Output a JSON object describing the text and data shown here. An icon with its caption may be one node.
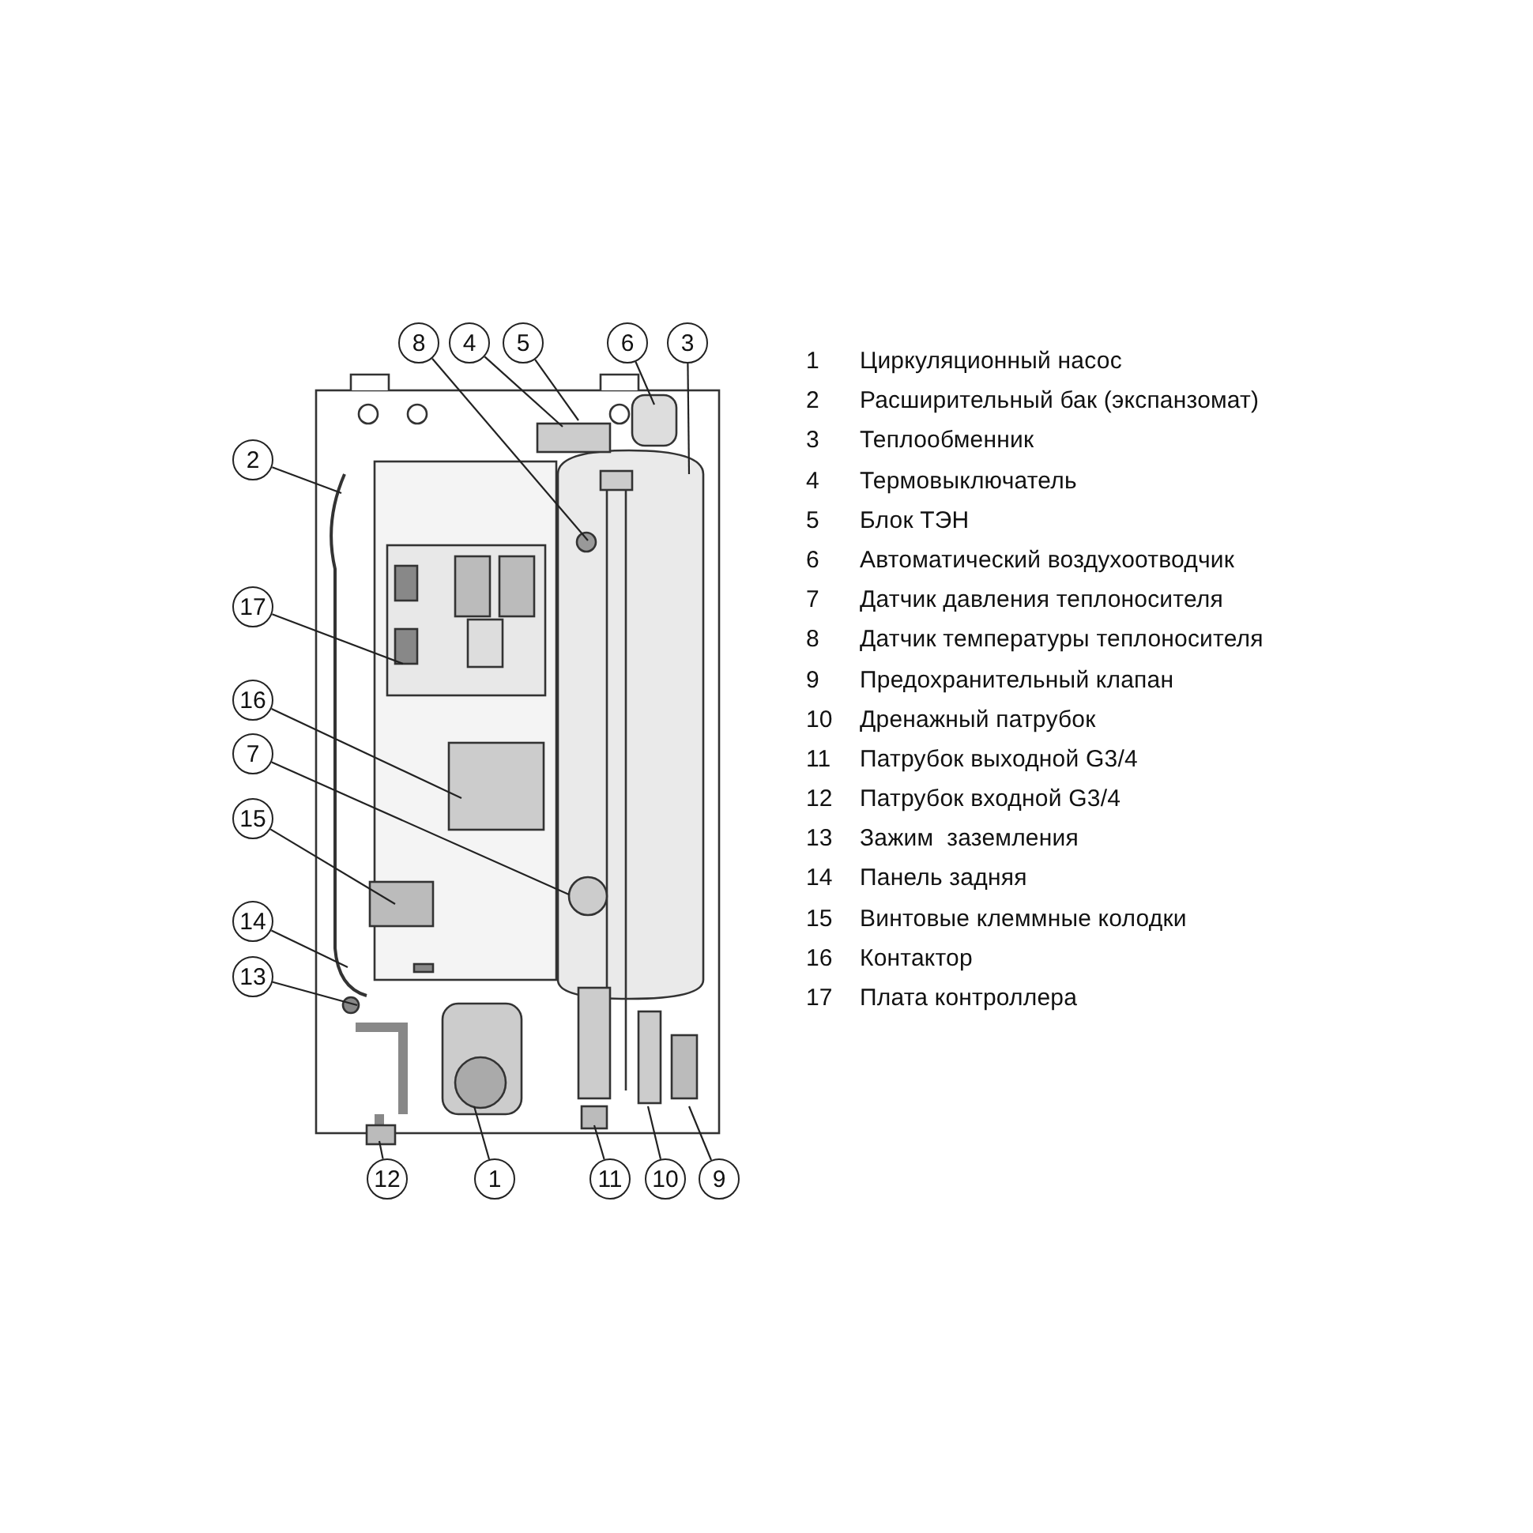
{
  "diagram": {
    "nodes": [
      {
        "text": [
          "8"
        ]
      },
      {
        "text": [
          "4"
        ]
      },
      {
        "text": [
          "5"
        ]
      },
      {
        "text": [
          "6"
        ]
      },
      {
        "text": [
          "3"
        ]
      },
      {
        "text": [
          "2"
        ]
      },
      {
        "text": [
          "17"
        ]
      },
      {
        "text": [
          "16"
        ]
      },
      {
        "text": [
          "7"
        ]
      },
      {
        "text": [
          "15"
        ]
      },
      {
        "text": [
          "14"
        ]
      },
      {
        "text": [
          "13"
        ]
      },
      {
        "text": [
          "12"
        ]
      },
      {
        "text": [
          "1"
        ]
      },
      {
        "text": [
          "11"
        ]
      },
      {
        "text": [
          "10"
        ]
      },
      {
        "text": [
          "9"
        ]
      }
    ],
    "edges": [
      {
        "from": 0,
        "to": null,
        "arrow": "none"
      },
      {
        "from": 1,
        "to": null,
        "arrow": "none"
      },
      {
        "from": 2,
        "to": null,
        "arrow": "none"
      },
      {
        "from": 3,
        "to": null,
        "arrow": "none"
      },
      {
        "from": 4,
        "to": null,
        "arrow": "none"
      },
      {
        "from": 5,
        "to": null,
        "arrow": "none"
      },
      {
        "from": 6,
        "to": null,
        "arrow": "none"
      },
      {
        "from": 7,
        "to": null,
        "arrow": "none"
      },
      {
        "from": 8,
        "to": null,
        "arrow": "none"
      },
      {
        "from": 9,
        "to": null,
        "arrow": "none"
      },
      {
        "from": 10,
        "to": null,
        "arrow": "none"
      },
      {
        "from": 11,
        "to": null,
        "arrow": "none"
      },
      {
        "from": 12,
        "to": null,
        "arrow": "none"
      },
      {
        "from": 13,
        "to": null,
        "arrow": "none"
      },
      {
        "from": 14,
        "to": null,
        "arrow": "none"
      },
      {
        "from": 15,
        "to": null,
        "arrow": "none"
      },
      {
        "from": 16,
        "to": null,
        "arrow": "none"
      }
    ],
    "labels": [
      "1",
      "Циркуляционный насос",
      "2",
      "Расширительный бак (экспанзомат)",
      "3",
      "Теплообменник",
      "4",
      "Термовыключатель",
      "5",
      "Блок ТЭН",
      "6",
      "Автоматический воздухоотводчик",
      "7",
      "Датчик давления теплоносителя",
      "8",
      "Датчик температуры теплоносителя",
      "9",
      "Предохранительный клапан",
      "10",
      "Дренажный патрубок",
      "11",
      "Патрубок выходной G3/4",
      "12",
      "Патрубок входной G3/4",
      "13",
      "Зажим  заземления",
      "14",
      "Панель задняя",
      "15",
      "Винтовые клеммные колодки",
      "16",
      "Контактор",
      "17",
      "Плата контроллера"
    ]
  }
}
